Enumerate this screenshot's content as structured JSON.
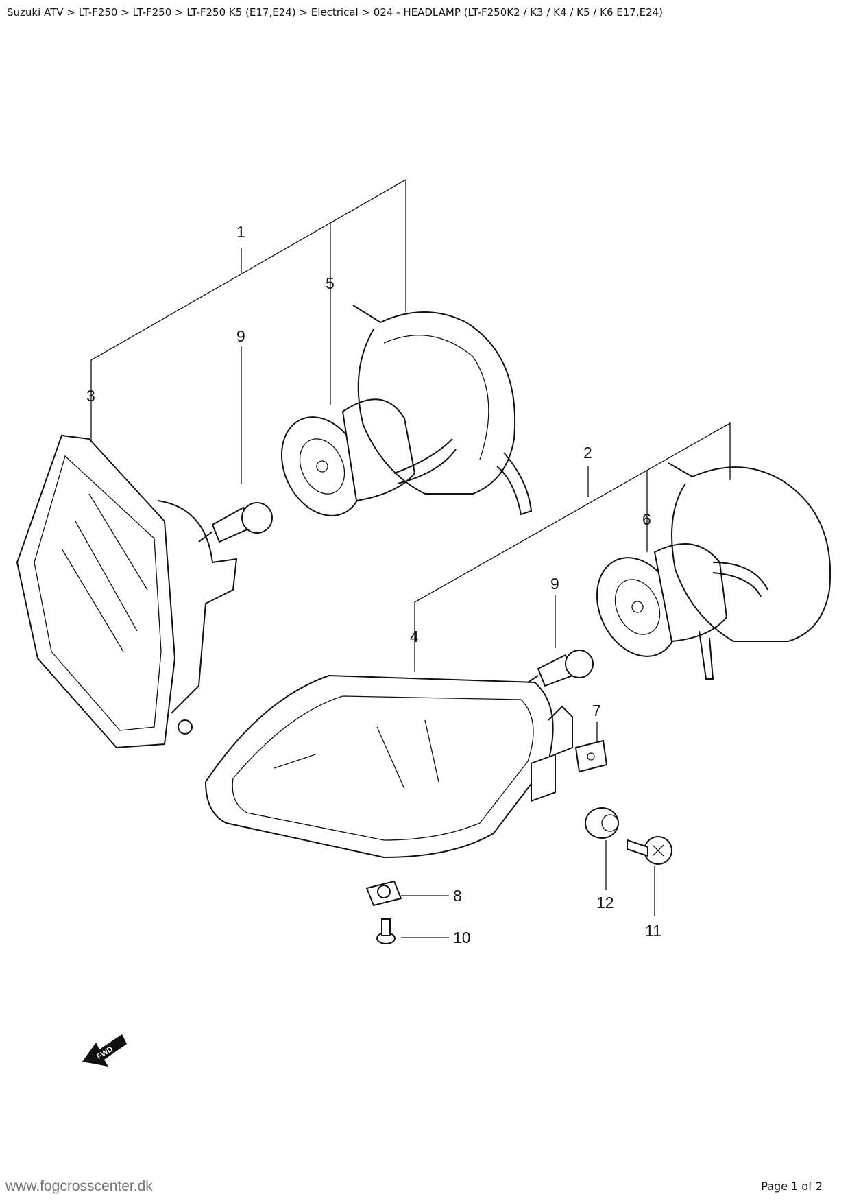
{
  "breadcrumb": "Suzuki ATV > LT-F250 > LT-F250 > LT-F250 K5 (E17,E24) > Electrical > 024 - HEADLAMP (LT-F250K2 / K3 / K4 / K5 / K6 E17,E24)",
  "diagram": {
    "callouts": [
      "1",
      "5",
      "9",
      "3",
      "2",
      "6",
      "9",
      "4",
      "7",
      "8",
      "12",
      "10",
      "11"
    ],
    "fwd_label": "FWD"
  },
  "footer": {
    "site": "www.fogcrosscenter.dk",
    "page": "Page 1 of 2"
  }
}
